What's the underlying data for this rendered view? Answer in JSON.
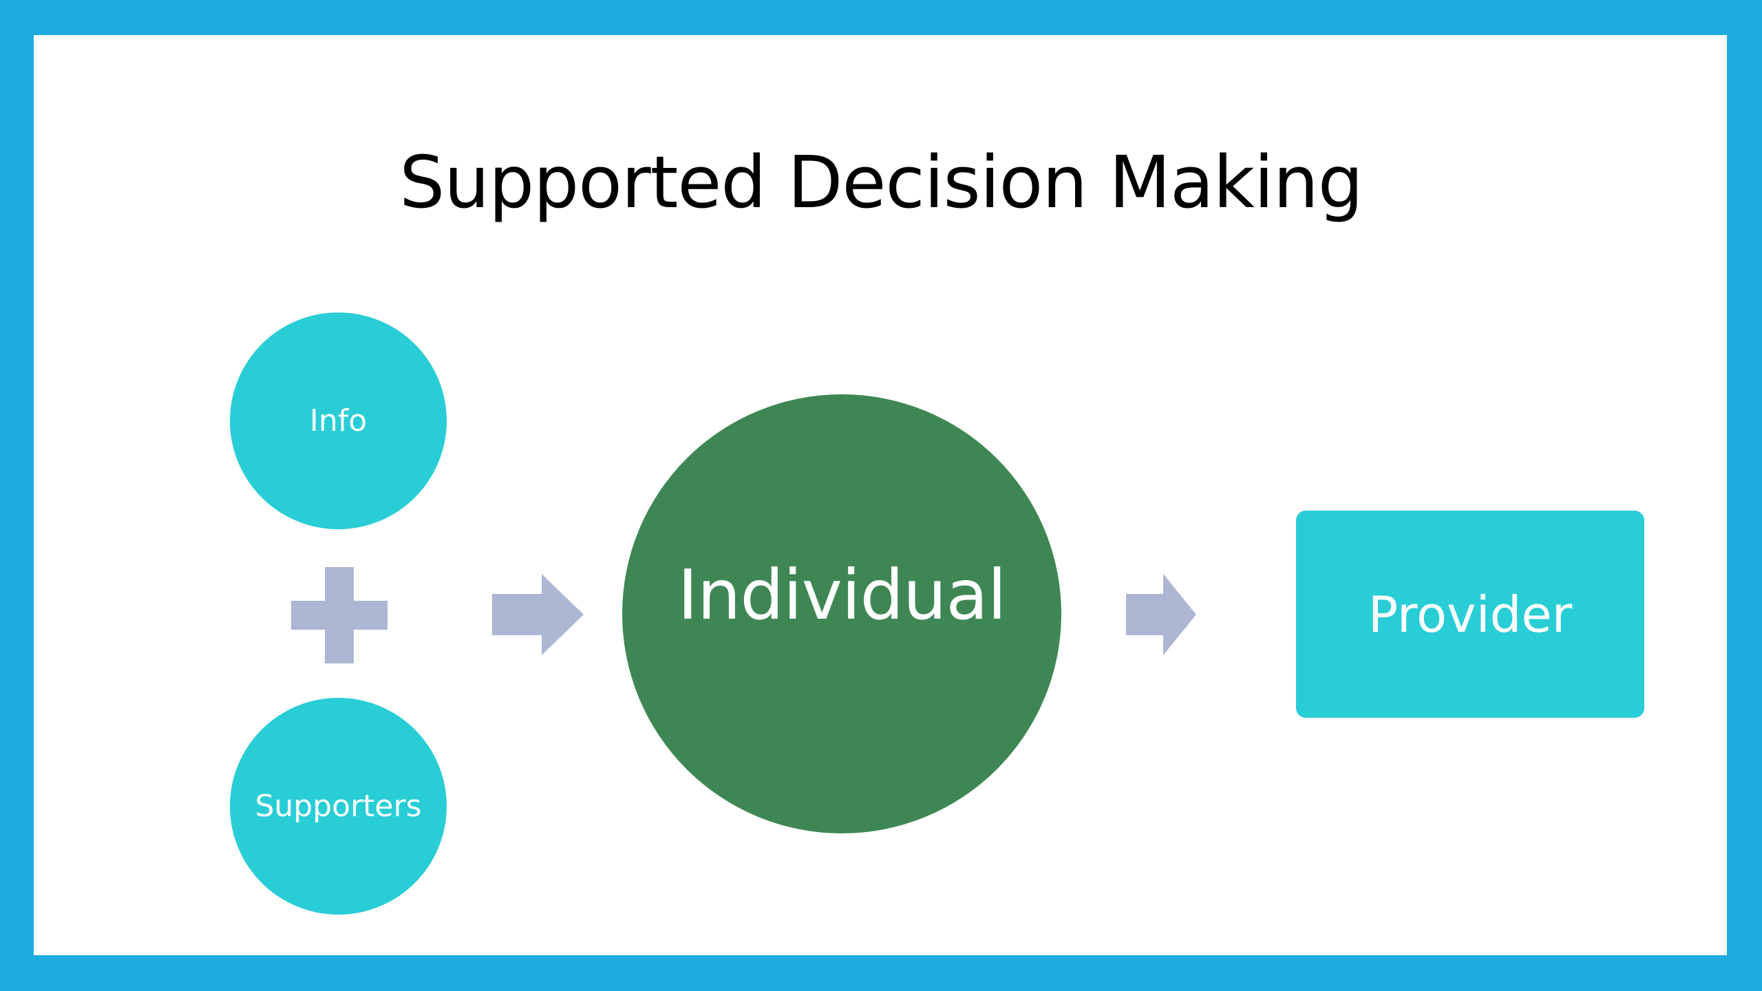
{
  "slide": {
    "title": "Supported Decision Making",
    "frame_color": "#1DABE2",
    "background_color": "#FFFFFF"
  },
  "diagram": {
    "inputs": [
      {
        "label": "Info",
        "color": "#29CDD6"
      },
      {
        "label": "Supporters",
        "color": "#29CDD6"
      }
    ],
    "combine_symbol": {
      "icon": "plus-icon",
      "color": "#ADB6D3"
    },
    "center": {
      "label": "Individual",
      "color": "#3E8754"
    },
    "output": {
      "label": "Provider",
      "color": "#29CDD6"
    },
    "arrows": [
      {
        "icon": "arrow-right-icon",
        "from": "inputs",
        "to": "Individual",
        "color": "#ADB6D3"
      },
      {
        "icon": "arrow-right-icon",
        "from": "Individual",
        "to": "Provider",
        "color": "#ADB6D3"
      }
    ]
  }
}
